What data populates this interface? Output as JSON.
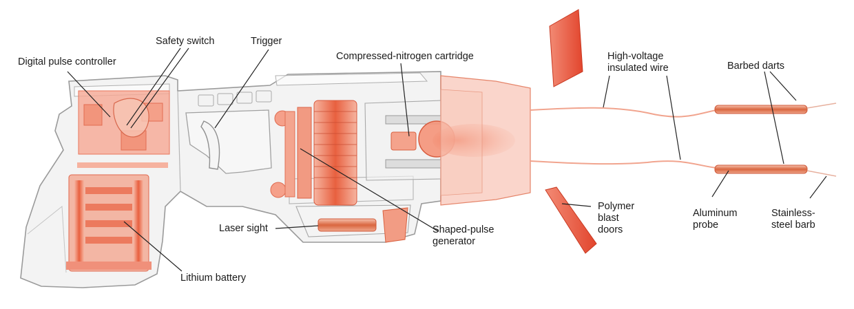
{
  "colors": {
    "body_outline": "#9a9a9a",
    "body_fill": "#eeeeee",
    "component": "#f08a70",
    "component_dark": "#e0553a",
    "wire": "#f1a48e",
    "leader": "#222222",
    "label_text": "#1a1a1a"
  },
  "labels": {
    "digital_pulse_controller": "Digital pulse controller",
    "safety_switch": "Safety switch",
    "trigger": "Trigger",
    "compressed_nitrogen_cartridge": "Compressed-nitrogen cartridge",
    "high_voltage_wire": [
      "High-voltage",
      "insulated wire"
    ],
    "barbed_darts": "Barbed darts",
    "polymer_blast_doors": [
      "Polymer",
      "blast",
      "doors"
    ],
    "laser_sight": "Laser sight",
    "shaped_pulse_generator": [
      "Shaped-pulse",
      "generator"
    ],
    "aluminum_probe": [
      "Aluminum",
      "probe"
    ],
    "stainless_steel_barb": [
      "Stainless-",
      "steel barb"
    ],
    "lithium_battery": "Lithium battery"
  }
}
